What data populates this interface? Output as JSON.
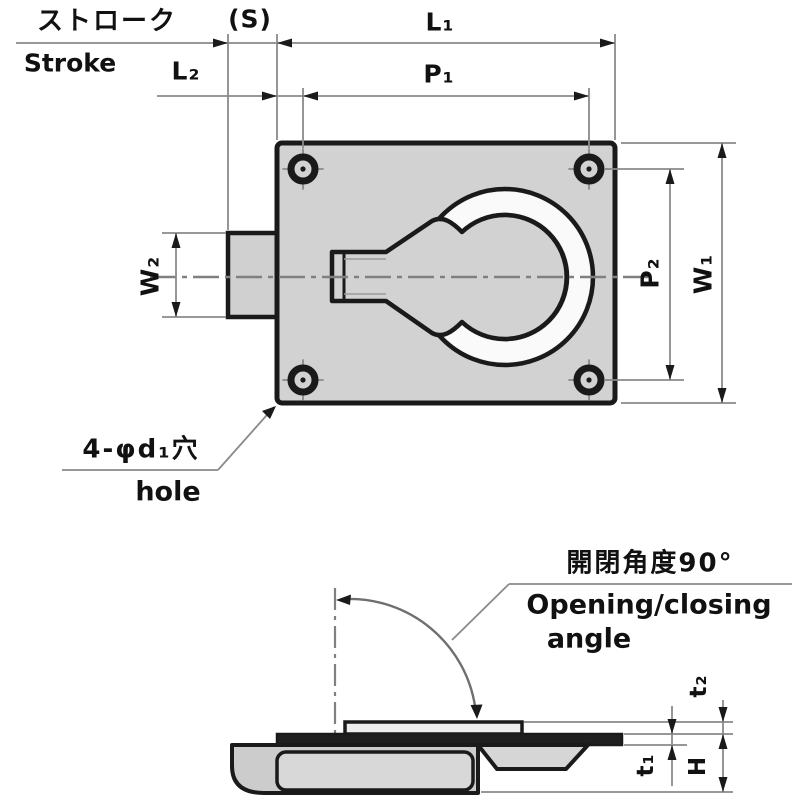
{
  "drawing_title": "ring pull latch technical drawing",
  "colors": {
    "background": "#ffffff",
    "outline": "#1a1a1a",
    "plate_fill": "#d2d2d2",
    "dim_line": "#8a8a8a",
    "ring_highlight": "#fafafa",
    "side_plate_fill": "#1f1f1f"
  },
  "top_view": {
    "stroke_label_jp": "ストローク",
    "stroke_label_en": "Stroke",
    "stroke_symbol": "(S)",
    "dim_l1": "L₁",
    "dim_l2": "L₂",
    "dim_p1": "P₁",
    "dim_w2": "W₂",
    "dim_p2": "P₂",
    "dim_w1": "W₁",
    "hole_callout_jp": "4-φd₁穴",
    "hole_callout_en": "hole",
    "hole_count": "4"
  },
  "side_view": {
    "angle_callout_jp": "開閉角度90°",
    "angle_callout_en_line1": "Opening/closing",
    "angle_callout_en_line2": "angle",
    "angle_value": "90",
    "dim_t1": "t₁",
    "dim_t2": "t₂",
    "dim_h": "H"
  }
}
